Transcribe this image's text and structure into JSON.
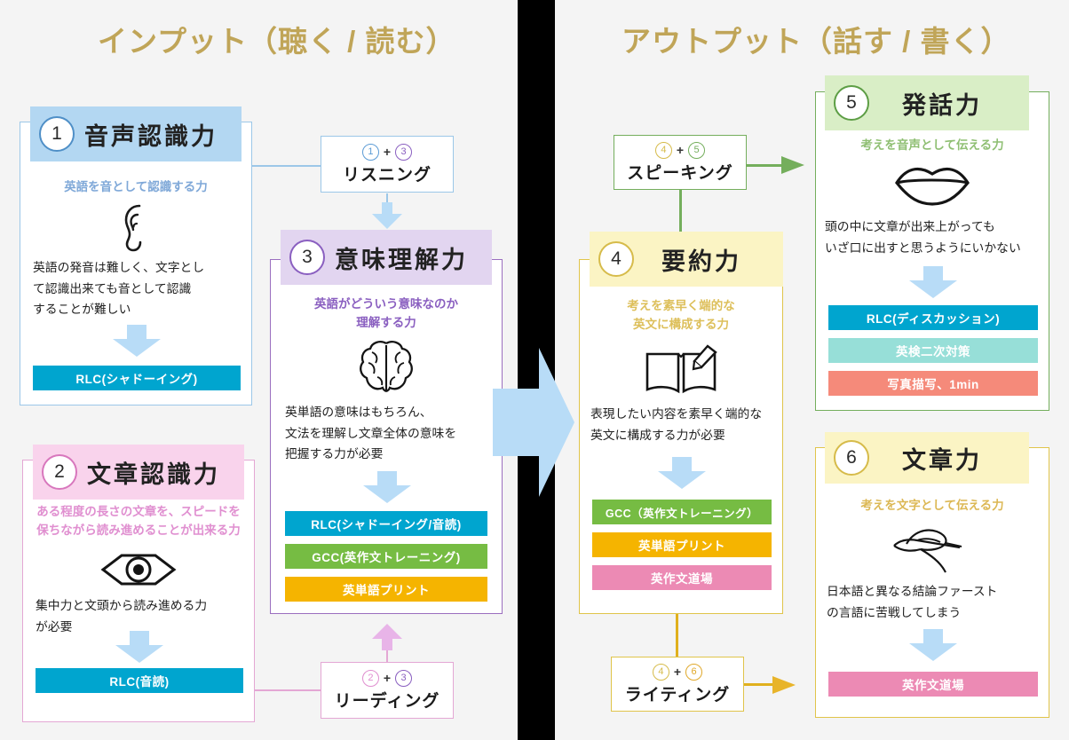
{
  "sections": {
    "input_title": "インプット（聴く / 読む）",
    "output_title": "アウトプット（話す / 書く）"
  },
  "colors": {
    "heading": "#c0a558",
    "blue": "#00a5cf",
    "blue_head": "#b3d7f2",
    "blue_border": "#9cc7e8",
    "pink": "#f7c6e0",
    "pink_border": "#e4a7d4",
    "purple_head": "#e2d5f0",
    "purple_border": "#9b6fbf",
    "green_head": "#d9eec6",
    "green_border": "#74ae5c",
    "yellow_head": "#fbf4c4",
    "yellow_border": "#e0c44a",
    "orange": "#f5b400",
    "tag_green": "#76bc43",
    "tag_pink": "#ec8ab4",
    "tag_teal": "#97dfd8",
    "tag_salmon": "#f58a7a",
    "arrow_blue": "#b8dcf7",
    "divider": "#000000"
  },
  "cards": [
    {
      "num": "①",
      "number_glyph": "1",
      "title": "音声認識力",
      "subtitle": "英語を音として認識する力",
      "icon": "ear-icon",
      "description": "英語の発音は難しく、文字として認識出来ても音として認識することが難しい",
      "tags": [
        {
          "label": "RLC(シャドーイング)",
          "color": "#00a5cf"
        }
      ]
    },
    {
      "num": "②",
      "number_glyph": "2",
      "title": "文章認識力",
      "subtitle": "ある程度の長さの文章を、スピードを保ちながら読み進めることが出来る力",
      "icon": "eye-icon",
      "description": "集中力と文頭から読み進める力が必要",
      "tags": [
        {
          "label": "RLC(音読)",
          "color": "#00a5cf"
        }
      ]
    },
    {
      "num": "③",
      "number_glyph": "3",
      "title": "意味理解力",
      "subtitle": "英語がどういう意味なのか理解する力",
      "icon": "brain-icon",
      "description": "英単語の意味はもちろん、文法を理解し文章全体の意味を把握する力が必要",
      "tags": [
        {
          "label": "RLC(シャドーイング/音読)",
          "color": "#00a5cf"
        },
        {
          "label": "GCC(英作文トレーニング)",
          "color": "#76bc43"
        },
        {
          "label": "英単語プリント",
          "color": "#f5b400"
        }
      ]
    },
    {
      "num": "④",
      "number_glyph": "4",
      "title": "要約力",
      "subtitle": "考えを素早く端的な英文に構成する力",
      "icon": "open-book-pen-icon",
      "description": "表現したい内容を素早く端的な英文に構成する力が必要",
      "tags": [
        {
          "label": "GCC（英作文トレーニング）",
          "color": "#76bc43"
        },
        {
          "label": "英単語プリント",
          "color": "#f5b400"
        },
        {
          "label": "英作文道場",
          "color": "#ec8ab4"
        }
      ]
    },
    {
      "num": "⑤",
      "number_glyph": "5",
      "title": "発話力",
      "subtitle": "考えを音声として伝える力",
      "icon": "lips-icon",
      "description": "頭の中に文章が出来上がってもいざ口に出すと思うようにいかない",
      "tags": [
        {
          "label": "RLC(ディスカッション)",
          "color": "#00a5cf"
        },
        {
          "label": "英検二次対策",
          "color": "#97dfd8"
        },
        {
          "label": "写真描写、1min",
          "color": "#f58a7a"
        }
      ]
    },
    {
      "num": "⑥",
      "number_glyph": "6",
      "title": "文章力",
      "subtitle": "考えを文字として伝える力",
      "icon": "writing-hand-icon",
      "description": "日本語と異なる結論ファーストの言語に苦戦してしまう",
      "tags": [
        {
          "label": "英作文道場",
          "color": "#ec8ab4"
        }
      ]
    }
  ],
  "card_desc_lines": {
    "c1": [
      "英語の発音は難しく、文字とし",
      "て認識出来ても音として認識",
      "することが難しい"
    ],
    "c2": [
      "集中力と文頭から読み進める力",
      "が必要"
    ],
    "c3": [
      "英単語の意味はもちろん、",
      "文法を理解し文章全体の意味を",
      "把握する力が必要"
    ],
    "c4": [
      "表現したい内容を素早く端的な",
      "英文に構成する力が必要"
    ],
    "c5": [
      "頭の中に文章が出来上がっても",
      "いざ口に出すと思うようにいかない"
    ],
    "c6": [
      "日本語と異なる結論ファースト",
      "の言語に苦戦してしまう"
    ]
  },
  "card_sub_lines": {
    "c1": [
      "英語を音として認識する力"
    ],
    "c2": [
      "ある程度の長さの文章を、スピードを",
      "保ちながら読み進めることが出来る力"
    ],
    "c3": [
      "英語がどういう意味なのか",
      "理解する力"
    ],
    "c4": [
      "考えを素早く端的な",
      "英文に構成する力"
    ],
    "c5": [
      "考えを音声として伝える力"
    ],
    "c6": [
      "考えを文字として伝える力"
    ]
  },
  "combos": [
    {
      "id": "listening",
      "label": "リスニング",
      "left_num": "①",
      "left_glyph": "1",
      "right_num": "③",
      "right_glyph": "3",
      "plus": "+"
    },
    {
      "id": "reading",
      "label": "リーディング",
      "left_num": "②",
      "left_glyph": "2",
      "right_num": "③",
      "right_glyph": "3",
      "plus": "+"
    },
    {
      "id": "speaking",
      "label": "スピーキング",
      "left_num": "④",
      "left_glyph": "4",
      "right_num": "⑤",
      "right_glyph": "5",
      "plus": "+"
    },
    {
      "id": "writing",
      "label": "ライティング",
      "left_num": "④",
      "left_glyph": "4",
      "right_num": "⑥",
      "right_glyph": "6",
      "plus": "+"
    }
  ]
}
